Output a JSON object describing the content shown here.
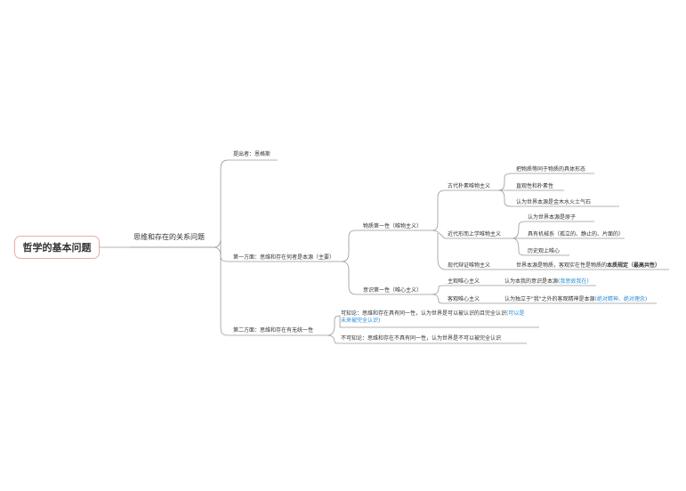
{
  "root": "哲学的基本问题",
  "main": "思维和存在的关系问题",
  "proposer": "提出者：恩格斯",
  "aspect1": {
    "label": "第一方面：思维和存在何者是本源（主要）",
    "materialism": {
      "label": "物质第一性（唯物主义）",
      "ancient": {
        "label": "古代朴素唯物主义",
        "items": [
          "把物质等同于物质的具体形态",
          "直观性和朴素性",
          "认为世界本源是金木水火土气石"
        ]
      },
      "modern": {
        "label": "近代形而上学唯物主义",
        "items": [
          "认为世界本源是原子",
          "具有机械系（孤立的、静止的、片面的）",
          "历史观上唯心"
        ]
      },
      "dialectical": {
        "label": "现代辩证唯物主义",
        "text_a": "世界本源是物质，客观实在性是物质的",
        "text_b": "本质规定（最高共性）"
      }
    },
    "idealism": {
      "label": "意识第一性（唯心主义）",
      "subjective": {
        "label": "主观唯心主义",
        "text_a": "认为本我的意识是本源",
        "text_b": "(我思故我在)"
      },
      "objective": {
        "label": "客观唯心主义",
        "text_a": "认为独立于\"我\"之外的客观精神是本源",
        "text_b": "(绝对精神、绝对理念)"
      }
    }
  },
  "aspect2": {
    "label": "第二方面：思维和存在有无统一性",
    "knowable": {
      "line1_a": "可知论：思维和存在具有同一性，认为世界是可以被认识的且完全认识",
      "line1_b": "(可以是",
      "line2": "未来被完全认识)"
    },
    "unknowable": "不可知论：思维和存在不具有同一性，认为世界是不可以被完全认识"
  },
  "colors": {
    "line": "#9a9a9a",
    "root_border": "#f0a9a0",
    "highlight": "#2a8cd6"
  }
}
